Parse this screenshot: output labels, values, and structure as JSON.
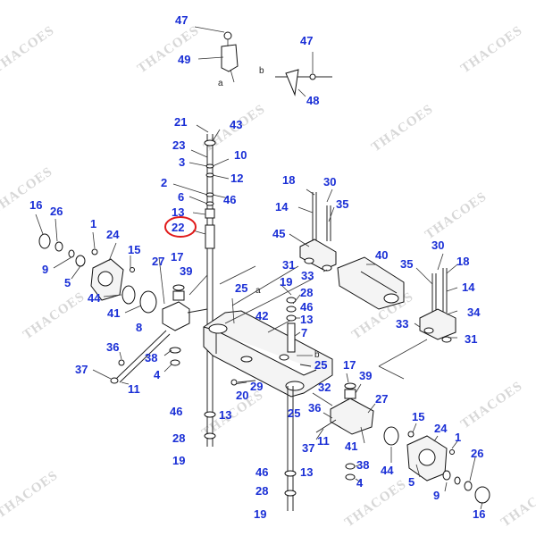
{
  "watermark_text": "THACOES",
  "view_labels": {
    "a": "a",
    "b": "b"
  },
  "highlighted_part": "22",
  "callouts": [
    {
      "id": "c47a",
      "label": "47"
    },
    {
      "id": "c49",
      "label": "49"
    },
    {
      "id": "c47b",
      "label": "47"
    },
    {
      "id": "c48",
      "label": "48"
    },
    {
      "id": "c21",
      "label": "21"
    },
    {
      "id": "c43",
      "label": "43"
    },
    {
      "id": "c23",
      "label": "23"
    },
    {
      "id": "c3",
      "label": "3"
    },
    {
      "id": "c10",
      "label": "10"
    },
    {
      "id": "c12",
      "label": "12"
    },
    {
      "id": "c2",
      "label": "2"
    },
    {
      "id": "c6",
      "label": "6"
    },
    {
      "id": "c46a",
      "label": "46"
    },
    {
      "id": "c13a",
      "label": "13"
    },
    {
      "id": "c22",
      "label": "22"
    },
    {
      "id": "c18a",
      "label": "18"
    },
    {
      "id": "c30a",
      "label": "30"
    },
    {
      "id": "c14a",
      "label": "14"
    },
    {
      "id": "c35a",
      "label": "35"
    },
    {
      "id": "c45",
      "label": "45"
    },
    {
      "id": "c16a",
      "label": "16"
    },
    {
      "id": "c26a",
      "label": "26"
    },
    {
      "id": "c1a",
      "label": "1"
    },
    {
      "id": "c24a",
      "label": "24"
    },
    {
      "id": "c15a",
      "label": "15"
    },
    {
      "id": "c9a",
      "label": "9"
    },
    {
      "id": "c5a",
      "label": "5"
    },
    {
      "id": "c44a",
      "label": "44"
    },
    {
      "id": "c41a",
      "label": "41"
    },
    {
      "id": "c27a",
      "label": "27"
    },
    {
      "id": "c17a",
      "label": "17"
    },
    {
      "id": "c39a",
      "label": "39"
    },
    {
      "id": "c8",
      "label": "8"
    },
    {
      "id": "c31a",
      "label": "31"
    },
    {
      "id": "c33a",
      "label": "33"
    },
    {
      "id": "c40",
      "label": "40"
    },
    {
      "id": "c35b",
      "label": "35"
    },
    {
      "id": "c30b",
      "label": "30"
    },
    {
      "id": "c18b",
      "label": "18"
    },
    {
      "id": "c14b",
      "label": "14"
    },
    {
      "id": "c25a",
      "label": "25"
    },
    {
      "id": "c19a",
      "label": "19"
    },
    {
      "id": "c28a",
      "label": "28"
    },
    {
      "id": "c46b",
      "label": "46"
    },
    {
      "id": "c13b",
      "label": "13"
    },
    {
      "id": "c7",
      "label": "7"
    },
    {
      "id": "c42",
      "label": "42"
    },
    {
      "id": "c34",
      "label": "34"
    },
    {
      "id": "c33b",
      "label": "33"
    },
    {
      "id": "c31b",
      "label": "31"
    },
    {
      "id": "c36a",
      "label": "36"
    },
    {
      "id": "c38a",
      "label": "38"
    },
    {
      "id": "c4a",
      "label": "4"
    },
    {
      "id": "c37a",
      "label": "37"
    },
    {
      "id": "c11a",
      "label": "11"
    },
    {
      "id": "c25b",
      "label": "25"
    },
    {
      "id": "c17b",
      "label": "17"
    },
    {
      "id": "c39b",
      "label": "39"
    },
    {
      "id": "c29",
      "label": "29"
    },
    {
      "id": "c20",
      "label": "20"
    },
    {
      "id": "c32",
      "label": "32"
    },
    {
      "id": "c27b",
      "label": "27"
    },
    {
      "id": "c46c",
      "label": "46"
    },
    {
      "id": "c13c",
      "label": "13"
    },
    {
      "id": "c25c",
      "label": "25"
    },
    {
      "id": "c36b",
      "label": "36"
    },
    {
      "id": "c15b",
      "label": "15"
    },
    {
      "id": "c24b",
      "label": "24"
    },
    {
      "id": "c1b",
      "label": "1"
    },
    {
      "id": "c28b",
      "label": "28"
    },
    {
      "id": "c37b",
      "label": "37"
    },
    {
      "id": "c11b",
      "label": "11"
    },
    {
      "id": "c41b",
      "label": "41"
    },
    {
      "id": "c19b",
      "label": "19"
    },
    {
      "id": "c26b",
      "label": "26"
    },
    {
      "id": "c38b",
      "label": "38"
    },
    {
      "id": "c44b",
      "label": "44"
    },
    {
      "id": "c5b",
      "label": "5"
    },
    {
      "id": "c46d",
      "label": "46"
    },
    {
      "id": "c13d",
      "label": "13"
    },
    {
      "id": "c4b",
      "label": "4"
    },
    {
      "id": "c9b",
      "label": "9"
    },
    {
      "id": "c28c",
      "label": "28"
    },
    {
      "id": "c19c",
      "label": "19"
    },
    {
      "id": "c16b",
      "label": "16"
    }
  ]
}
